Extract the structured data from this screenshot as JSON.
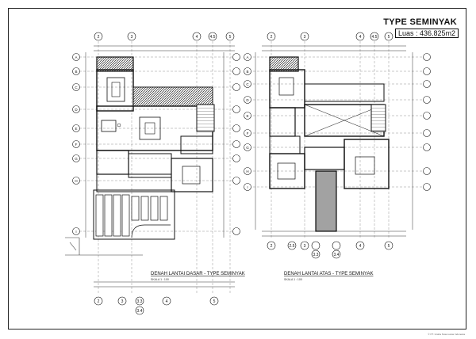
{
  "header": {
    "title": "TYPE SEMINYAK",
    "area": "Luas : 436.825m2"
  },
  "plans": [
    {
      "caption": "DENAH LANTAI DASAR - TYPE SEMINYAK",
      "scale": "SKALA 1 : 100"
    },
    {
      "caption": "DENAH LANTAI ATAS - TYPE SEMINYAK",
      "scale": "SKALA 1 : 100"
    }
  ],
  "ground_grid": {
    "top": [
      "2",
      "3",
      "4",
      "4.5",
      "5"
    ],
    "bottom": [
      "2",
      "3",
      "3.3",
      "3.4",
      "4",
      "5"
    ],
    "sides": [
      "A",
      "B",
      "C",
      "D",
      "E",
      "F",
      "G",
      "H",
      "I"
    ]
  },
  "upper_grid": {
    "top": [
      "2",
      "3",
      "4",
      "4.5",
      "5"
    ],
    "bottom": [
      "2",
      "2.5",
      "3",
      "3.3",
      "3.4",
      "4",
      "5"
    ],
    "sides": [
      "A",
      "B",
      "C",
      "D",
      "E",
      "F",
      "G",
      "H",
      "I"
    ]
  },
  "footnote": "© PT. Graha Nusa Laras Indonesia"
}
